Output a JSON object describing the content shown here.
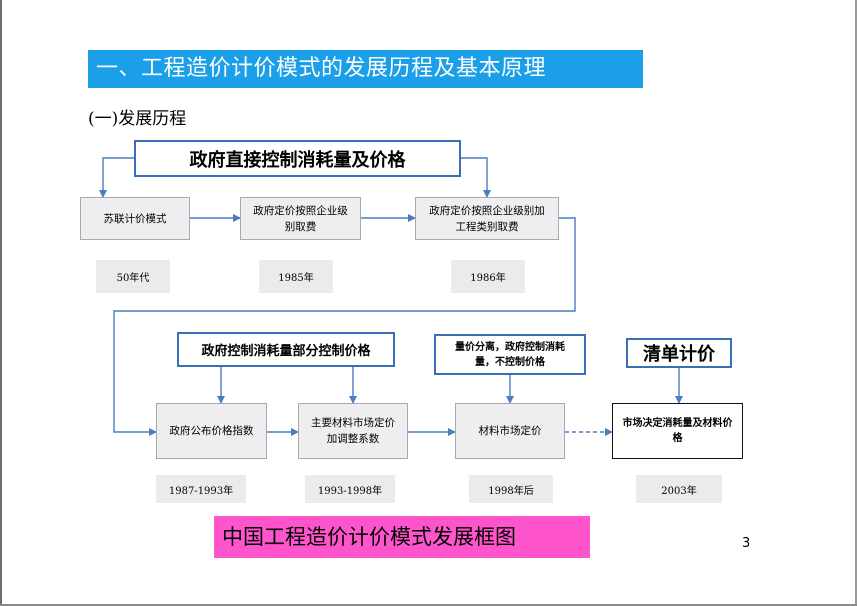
{
  "title": "一、工程造价计价模式的发展历程及基本原理",
  "subtitle": "(一)发展历程",
  "top_control": "政府直接控制消耗量及价格",
  "row1": {
    "boxes": [
      "苏联计价模式",
      "政府定价按照企业级别取费",
      "政府定价按照企业级别加工程类别取费"
    ],
    "years": [
      "50年代",
      "1985年",
      "1986年"
    ]
  },
  "mid_controls": {
    "partial": "政府控制消耗量部分控制价格",
    "separation": "量价分离，政府控制消耗量，不控制价格",
    "qingdan": "清单计价"
  },
  "row2": {
    "boxes": [
      "政府公布价格指数",
      "主要材料市场定价加调整系数",
      "材料市场定价",
      "市场决定消耗量及材料价格"
    ],
    "years": [
      "1987-1993年",
      "1993-1998年",
      "1998年后",
      "2003年"
    ]
  },
  "footer": "中国工程造价计价模式发展框图",
  "page_number": "3",
  "colors": {
    "title_bg": "#1a9fe8",
    "footer_bg": "#ff55cc",
    "box_border": "#3a6fb8",
    "connector": "#4a7cc0"
  }
}
